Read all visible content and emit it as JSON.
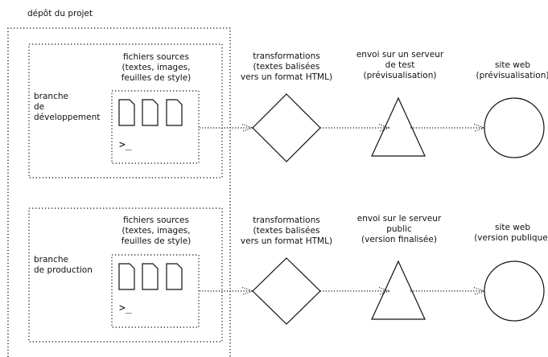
{
  "repo": {
    "label": "dépôt du projet"
  },
  "colors": {
    "stroke": "#111111",
    "background": "#ffffff"
  },
  "branches": [
    {
      "label": "branche\nde\ndéveloppement",
      "sources_label": "fichiers sources\n(textes, images,\nfeuilles de style)",
      "files": [
        "file-icon",
        "file-icon",
        "file-icon"
      ],
      "prompt": ">_",
      "transform_label": "transformations\n(textes balisées\nvers un format HTML)",
      "deploy_label": "envoi sur un serveur\nde test\n(prévisualisation)",
      "site_label": "site web\n(prévisualisation)"
    },
    {
      "label": "branche\nde production",
      "sources_label": "fichiers sources\n(textes, images,\nfeuilles de style)",
      "files": [
        "file-icon",
        "file-icon",
        "file-icon"
      ],
      "prompt": ">_",
      "transform_label": "transformations\n(textes balisées\nvers un format HTML)",
      "deploy_label": "envoi sur le serveur\npublic\n(version finalisée)",
      "site_label": "site web\n(version publique)"
    }
  ]
}
